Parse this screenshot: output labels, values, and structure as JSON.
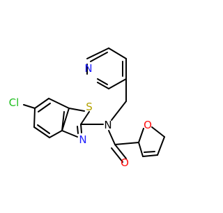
{
  "molecule": {
    "atom_labels": {
      "chlorine": "Cl",
      "sulfur": "S",
      "thiazole_nitrogen": "N",
      "amide_nitrogen": "N",
      "pyridine_nitrogen": "N",
      "furan_oxygen": "O",
      "carbonyl_oxygen": "O"
    }
  },
  "colors": {
    "bond": "#000000",
    "chlorine": "#1fbf1f",
    "sulfur": "#b3a100",
    "nitrogen": "#2020ff",
    "oxygen": "#ff0d0d"
  }
}
